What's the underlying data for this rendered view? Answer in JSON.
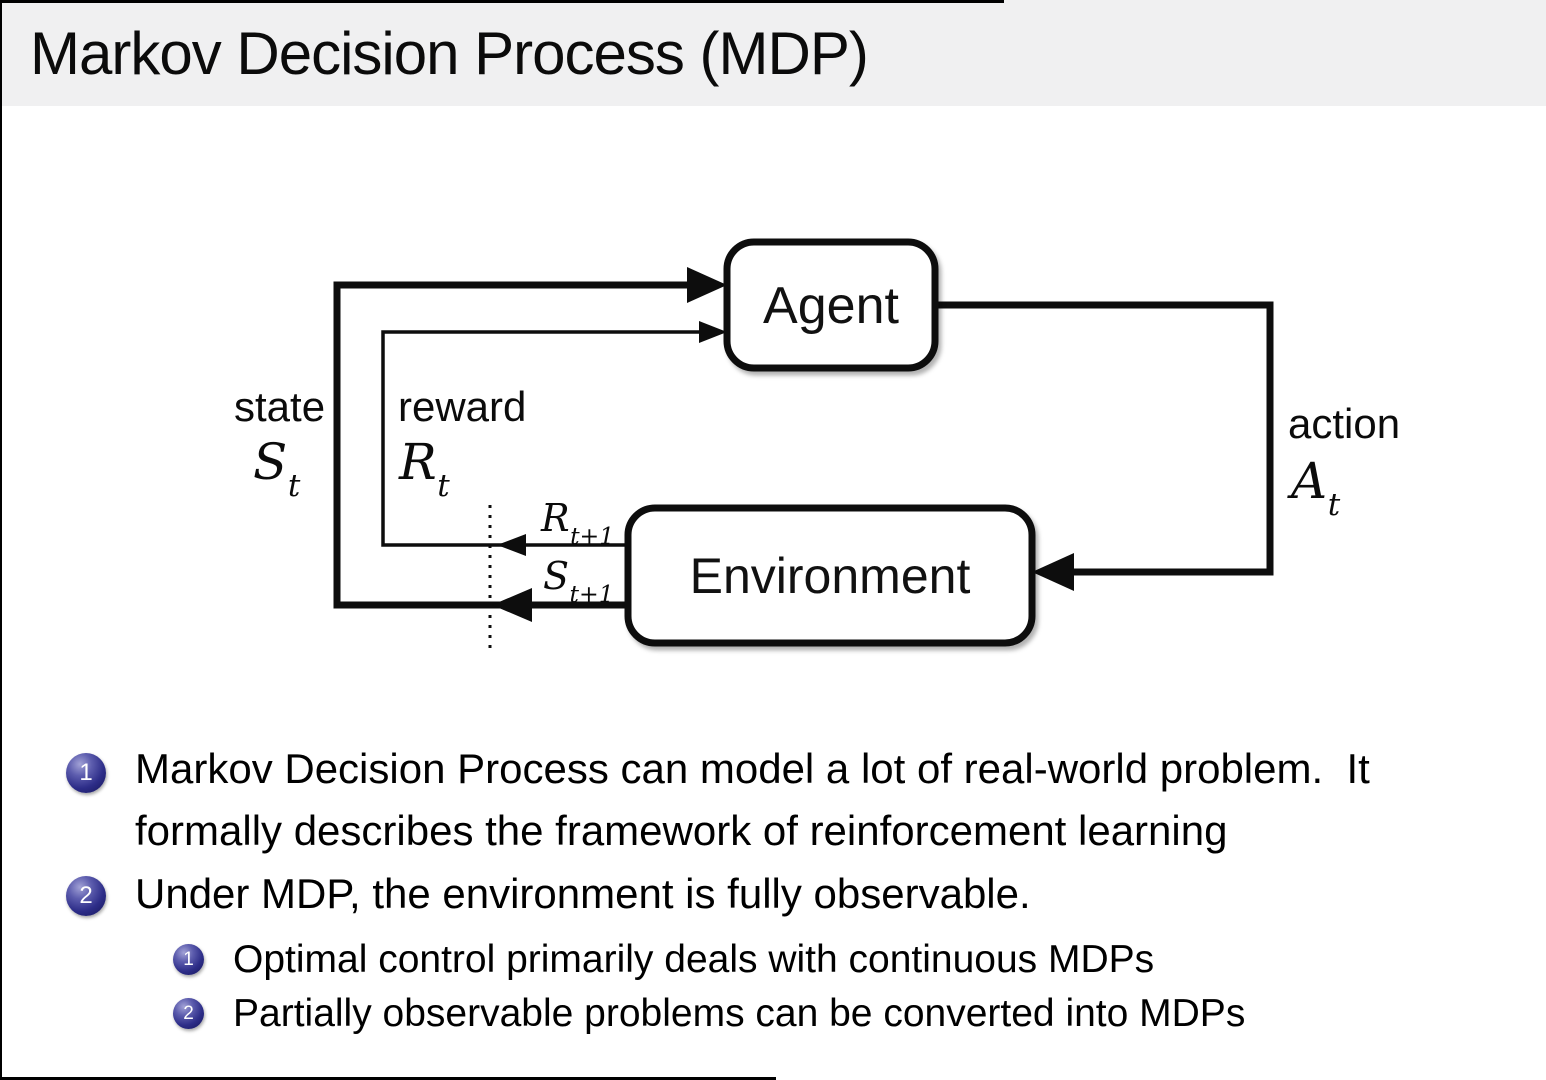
{
  "title": "Markov Decision Process (MDP)",
  "diagram": {
    "agent": "Agent",
    "environment": "Environment",
    "state_label": "state",
    "reward_label": "reward",
    "action_label": "action",
    "state_symbol": {
      "base": "S",
      "sub": "t"
    },
    "reward_symbol": {
      "base": "R",
      "sub": "t"
    },
    "action_symbol": {
      "base": "A",
      "sub": "t"
    },
    "next_reward_symbol": {
      "base": "R",
      "sub": "t+1"
    },
    "next_state_symbol": {
      "base": "S",
      "sub": "t+1"
    }
  },
  "bullets": [
    {
      "number": "1",
      "lines": [
        "Markov Decision Process can model a lot of real-world problem.  It",
        "formally describes the framework of reinforcement learning"
      ]
    },
    {
      "number": "2",
      "lines": [
        "Under MDP, the environment is fully observable."
      ]
    }
  ],
  "sub_bullets": [
    {
      "number": "1",
      "text": "Optimal control primarily deals with continuous MDPs"
    },
    {
      "number": "2",
      "text": "Partially observable problems can be converted into MDPs"
    }
  ],
  "colors": {
    "title_bg": "#f0f0f1",
    "ball_blue": "#2d2d88",
    "ink": "#0d0d0d"
  }
}
